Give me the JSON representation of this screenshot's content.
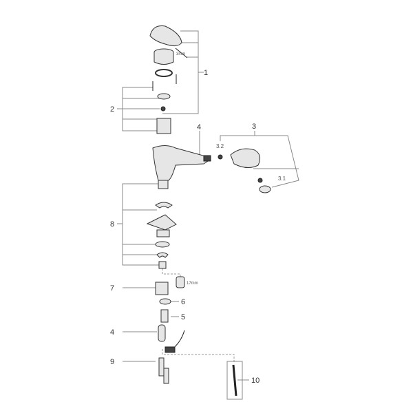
{
  "callouts": {
    "c1": "1",
    "c2": "2",
    "c3": "3",
    "c3_2": "3.2",
    "c3_1": "3.1",
    "c4_top": "4",
    "c8": "8",
    "c7": "7",
    "c6": "6",
    "c5": "5",
    "c4_bottom": "4",
    "c9": "9",
    "c10": "10"
  },
  "dimensions": {
    "hex_key": "3mm",
    "nut": "17mm"
  }
}
